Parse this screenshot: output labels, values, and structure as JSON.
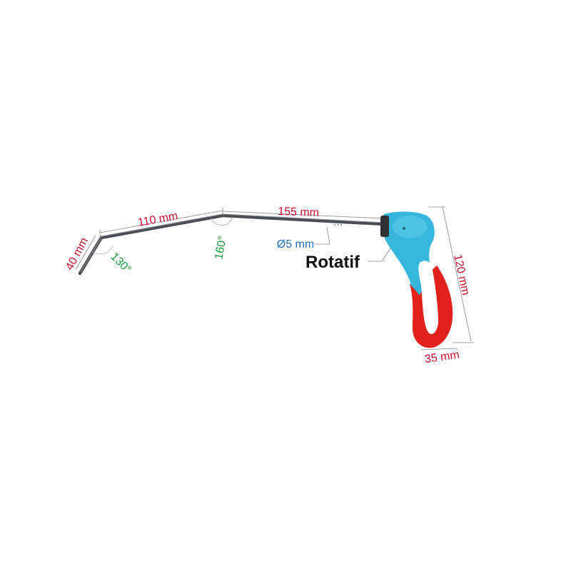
{
  "dimensions": {
    "tip_length": "40 mm",
    "segment_middle": "110 mm",
    "segment_long": "155 mm",
    "handle_height": "120 mm",
    "handle_width": "35 mm"
  },
  "angles": {
    "tip_bend": "130°",
    "middle_bend": "160°"
  },
  "rod_diameter": "Ø5 mm",
  "feature_callout": "Rotatif",
  "colors": {
    "rod": "#4a4d52",
    "handle_blue": "#36b6dc",
    "handle_red": "#e2211c",
    "dimension_red": "#c8102e",
    "angle_green": "#1a9a3a",
    "diameter_blue": "#1f6fb5"
  }
}
